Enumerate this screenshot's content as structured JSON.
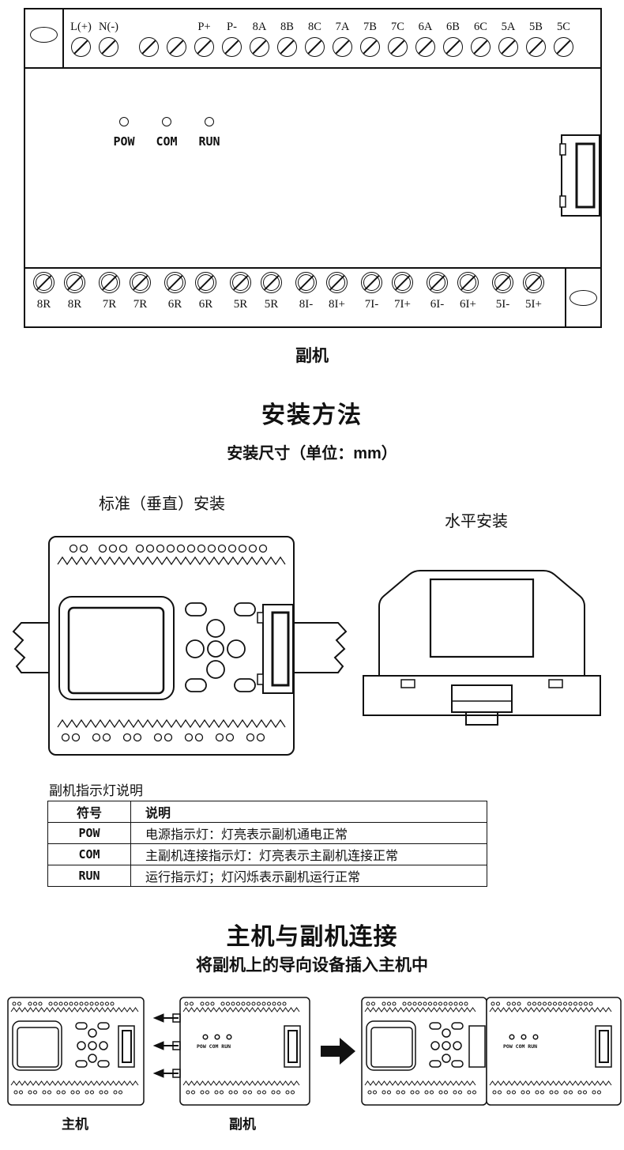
{
  "device": {
    "caption": "副机",
    "leds": [
      "POW",
      "COM",
      "RUN"
    ],
    "top_terminals_ln": [
      "L(+)",
      "N(-)"
    ],
    "top_terminals_blank": [
      "",
      ""
    ],
    "top_terminals_main": [
      "P+",
      "P-",
      "8A",
      "8B",
      "8C",
      "7A",
      "7B",
      "7C",
      "6A",
      "6B",
      "6C",
      "5A",
      "5B",
      "5C"
    ],
    "bottom_terminals": [
      "8R",
      "8R",
      "7R",
      "7R",
      "6R",
      "6R",
      "5R",
      "5R",
      "8I-",
      "8I+",
      "7I-",
      "7I+",
      "6I-",
      "6I+",
      "5I-",
      "5I+"
    ]
  },
  "install": {
    "title": "安装方法",
    "subtitle": "安装尺寸（单位：mm）",
    "vertical_label": "标准（垂直）安装",
    "horizontal_label": "水平安装"
  },
  "indicators": {
    "caption": "副机指示灯说明",
    "headers": [
      "符号",
      "说明"
    ],
    "rows": [
      [
        "POW",
        "电源指示灯：灯亮表示副机通电正常"
      ],
      [
        "COM",
        "主副机连接指示灯：灯亮表示主副机连接正常"
      ],
      [
        "RUN",
        "运行指示灯；灯闪烁表示副机运行正常"
      ]
    ]
  },
  "connection": {
    "title": "主机与副机连接",
    "subtitle": "将副机上的导向设备插入主机中",
    "master_label": "主机",
    "slave_label": "副机",
    "mini_led_labels": "POW COM RUN"
  },
  "colors": {
    "ink": "#111111",
    "background": "#ffffff"
  }
}
